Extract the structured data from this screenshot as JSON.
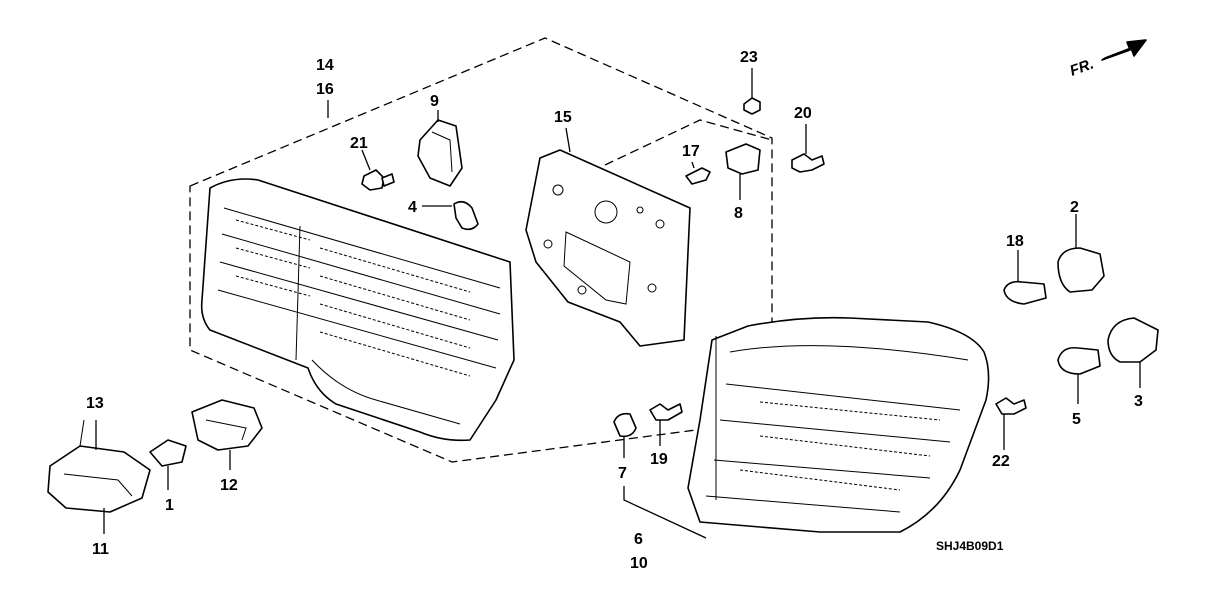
{
  "diagram": {
    "orientation_label": "FR.",
    "diagram_code": "SHJ4B09D1",
    "callouts": [
      {
        "id": "c1",
        "label": "1"
      },
      {
        "id": "c2",
        "label": "2"
      },
      {
        "id": "c3",
        "label": "3"
      },
      {
        "id": "c4",
        "label": "4"
      },
      {
        "id": "c5",
        "label": "5"
      },
      {
        "id": "c6",
        "label": "6"
      },
      {
        "id": "c7",
        "label": "7"
      },
      {
        "id": "c8",
        "label": "8"
      },
      {
        "id": "c9",
        "label": "9"
      },
      {
        "id": "c10",
        "label": "10"
      },
      {
        "id": "c11",
        "label": "11"
      },
      {
        "id": "c12",
        "label": "12"
      },
      {
        "id": "c13",
        "label": "13"
      },
      {
        "id": "c14",
        "label": "14"
      },
      {
        "id": "c15",
        "label": "15"
      },
      {
        "id": "c16",
        "label": "16"
      },
      {
        "id": "c17",
        "label": "17"
      },
      {
        "id": "c18",
        "label": "18"
      },
      {
        "id": "c19",
        "label": "19"
      },
      {
        "id": "c20",
        "label": "20"
      },
      {
        "id": "c21",
        "label": "21"
      },
      {
        "id": "c22",
        "label": "22"
      },
      {
        "id": "c23",
        "label": "23"
      }
    ]
  }
}
